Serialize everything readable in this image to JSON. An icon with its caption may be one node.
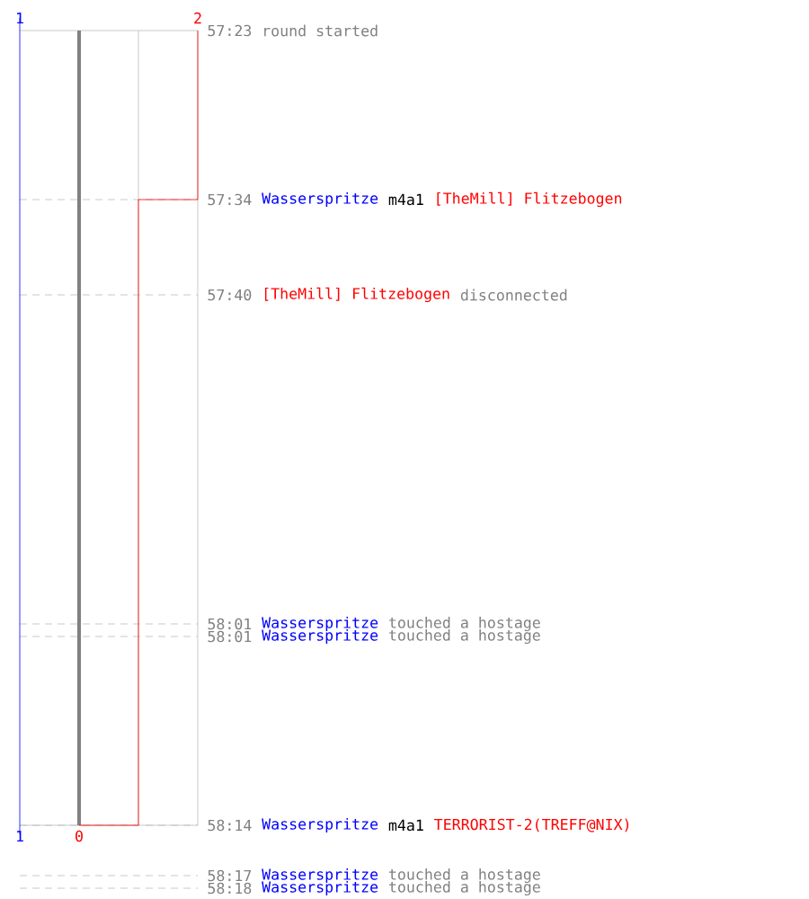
{
  "diagram": {
    "labels": [
      "1",
      "2",
      "57:23",
      "round started",
      "57:34",
      "Wasserspritze",
      "m4a1",
      "[TheMill] Flitzebogen",
      "57:40",
      "[TheMill] Flitzebogen",
      "disconnected",
      "58:01",
      "Wasserspritze",
      "touched a hostage",
      "58:01",
      "Wasserspritze",
      "touched a hostage",
      "58:14",
      "Wasserspritze",
      "m4a1",
      "TERRORIST-2(TREFF@NIX)",
      "1",
      "0",
      "58:17",
      "Wasserspritze",
      "touched a hostage",
      "58:18",
      "Wasserspritze",
      "touched a hostage"
    ]
  }
}
